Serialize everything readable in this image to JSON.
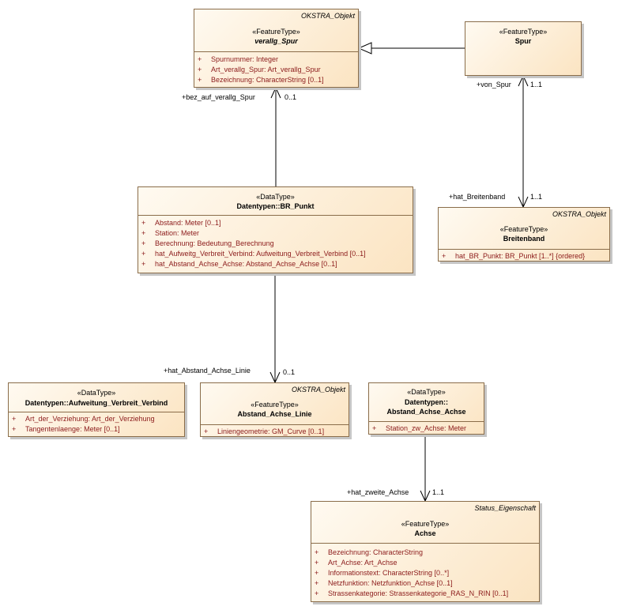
{
  "classes": {
    "verallg_spur": {
      "context": "OKSTRA_Objekt",
      "stereotype": "«FeatureType»",
      "name": "verallg_Spur",
      "attributes": [
        {
          "vis": "+",
          "text": "Spurnummer: Integer"
        },
        {
          "vis": "+",
          "text": "Art_verallg_Spur: Art_verallg_Spur"
        },
        {
          "vis": "+",
          "text": "Bezeichnung: CharacterString [0..1]"
        }
      ]
    },
    "spur": {
      "stereotype": "«FeatureType»",
      "name": "Spur"
    },
    "br_punkt": {
      "stereotype": "«DataType»",
      "name": "Datentypen::BR_Punkt",
      "attributes": [
        {
          "vis": "+",
          "text": "Abstand: Meter [0..1]"
        },
        {
          "vis": "+",
          "text": "Station: Meter"
        },
        {
          "vis": "+",
          "text": "Berechnung: Bedeutung_Berechnung"
        },
        {
          "vis": "+",
          "text": "hat_Aufweitg_Verbreit_Verbind: Aufweitung_Verbreit_Verbind [0..1]"
        },
        {
          "vis": "+",
          "text": "hat_Abstand_Achse_Achse: Abstand_Achse_Achse [0..1]"
        }
      ]
    },
    "breitenband": {
      "context": "OKSTRA_Objekt",
      "stereotype": "«FeatureType»",
      "name": "Breitenband",
      "attributes": [
        {
          "vis": "+",
          "text": "hat_BR_Punkt: BR_Punkt [1..*] {ordered}"
        }
      ]
    },
    "aufweitung": {
      "stereotype": "«DataType»",
      "name": "Datentypen::Aufweitung_Verbreit_Verbind",
      "attributes": [
        {
          "vis": "+",
          "text": "Art_der_Verziehung: Art_der_Verziehung"
        },
        {
          "vis": "+",
          "text": "Tangentenlaenge: Meter [0..1]"
        }
      ]
    },
    "abstand_linie": {
      "context": "OKSTRA_Objekt",
      "stereotype": "«FeatureType»",
      "name": "Abstand_Achse_Linie",
      "attributes": [
        {
          "vis": "+",
          "text": "Liniengeometrie: GM_Curve [0..1]"
        }
      ]
    },
    "abstand_achse_achse": {
      "stereotype": "«DataType»",
      "name_line1": "Datentypen::",
      "name_line2": "Abstand_Achse_Achse",
      "attributes": [
        {
          "vis": "+",
          "text": "Station_zw_Achse: Meter"
        }
      ]
    },
    "achse": {
      "context": "Status_Eigenschaft",
      "stereotype": "«FeatureType»",
      "name": "Achse",
      "attributes": [
        {
          "vis": "+",
          "text": "Bezeichnung: CharacterString"
        },
        {
          "vis": "+",
          "text": "Art_Achse: Art_Achse"
        },
        {
          "vis": "+",
          "text": "Informationstext: CharacterString [0..*]"
        },
        {
          "vis": "+",
          "text": "Netzfunktion: Netzfunktion_Achse [0..1]"
        },
        {
          "vis": "+",
          "text": "Strassenkategorie: Strassenkategorie_RAS_N_RIN [0..1]"
        }
      ]
    }
  },
  "associations": {
    "bez_auf_verallg_spur": {
      "role": "+bez_auf_verallg_Spur",
      "mult": "0..1"
    },
    "von_spur": {
      "role": "+von_Spur",
      "mult": "1..1"
    },
    "hat_breitenband": {
      "role": "+hat_Breitenband",
      "mult": "1..1"
    },
    "hat_abstand_achse_linie": {
      "role": "+hat_Abstand_Achse_Linie",
      "mult": "0..1"
    },
    "hat_zweite_achse": {
      "role": "+hat_zweite_Achse",
      "mult": "1..1"
    }
  }
}
